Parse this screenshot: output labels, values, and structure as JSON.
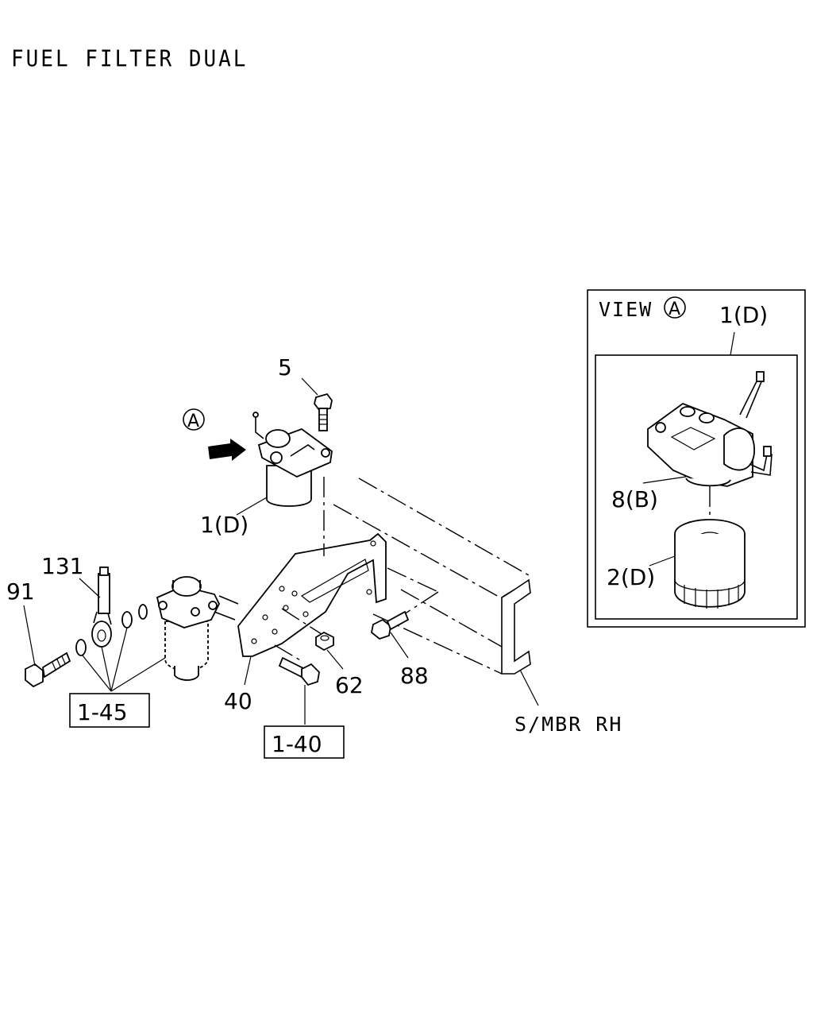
{
  "title": "FUEL FILTER DUAL",
  "view_label": "VIEW",
  "view_marker": "A",
  "callout_a": "A",
  "labels": {
    "p5": "5",
    "p1d": "1(D)",
    "p131": "131",
    "p91": "91",
    "p40": "40",
    "p62": "62",
    "p88": "88",
    "ref_145": "1-45",
    "ref_140": "1-40",
    "smbr": "S/MBR RH",
    "inset_1d": "1(D)",
    "inset_8b": "8(B)",
    "inset_2d": "2(D)"
  }
}
